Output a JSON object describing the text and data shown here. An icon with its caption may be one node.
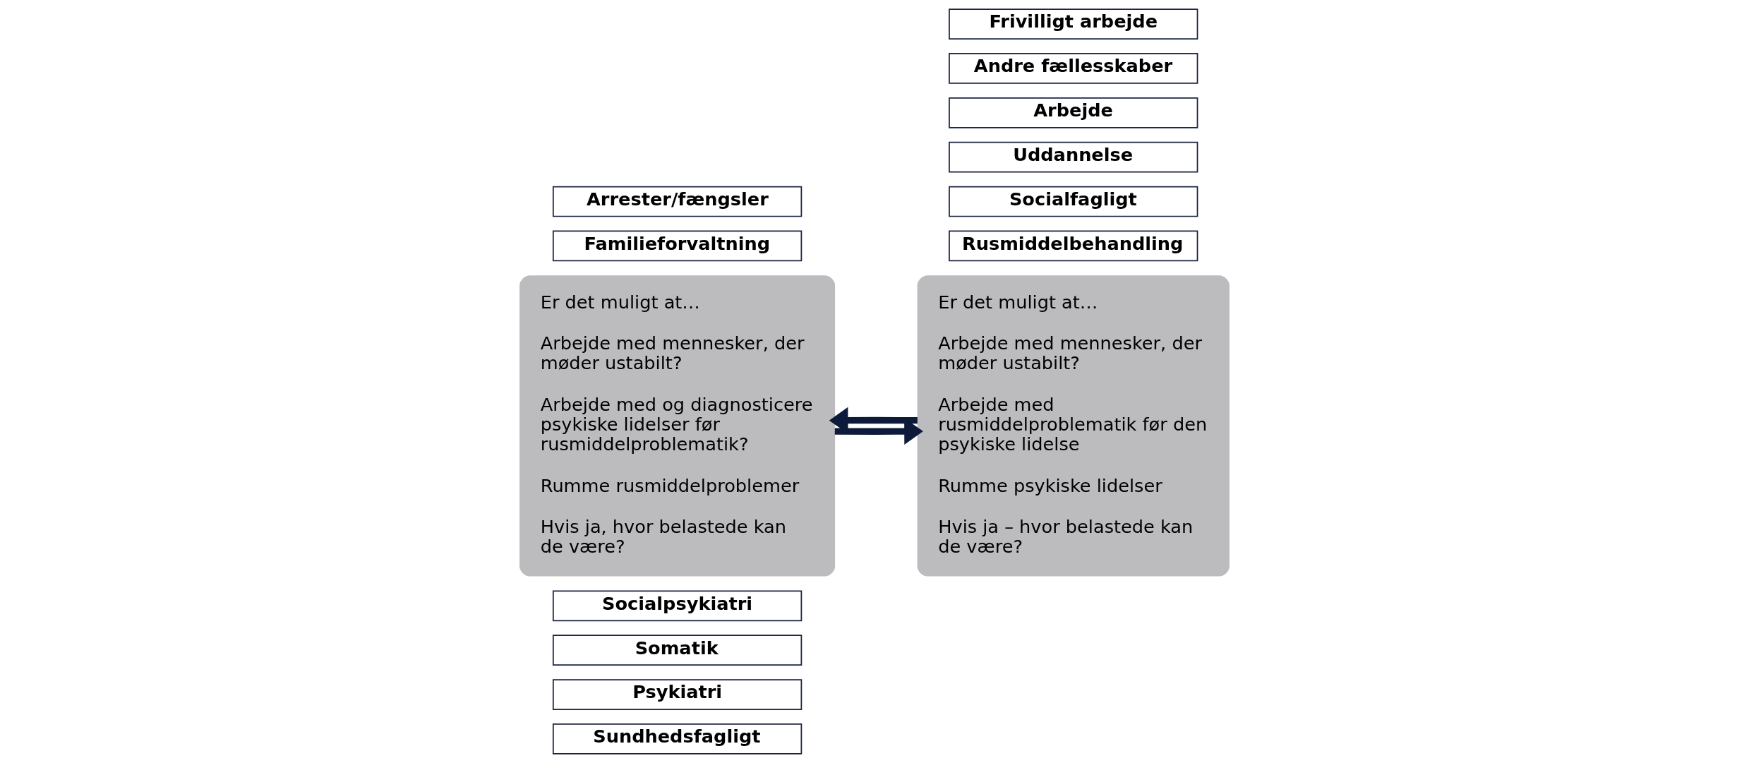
{
  "diagram": {
    "nodes": [
      {
        "text": [
          "Sundhedsfagligt"
        ]
      },
      {
        "text": [
          "Psykiatri"
        ]
      },
      {
        "text": [
          "Somatik"
        ]
      },
      {
        "text": [
          "Socialpsykiatri"
        ]
      },
      {
        "text": [
          "Familieforvaltning"
        ]
      },
      {
        "text": [
          "Arrester/fængsler"
        ]
      },
      {
        "text": [
          "Er det muligt at…",
          "Arbejde med mennesker, der møder ustabilt?",
          "Arbejde med og diagnosticere psykiske lidelser før rusmiddelproblematik?",
          "Rumme rusmiddelproblemer",
          "Hvis ja, hvor belastede kan de være?"
        ]
      },
      {
        "text": [
          "Er det muligt at…",
          "Arbejde med mennesker, der møder ustabilt?",
          "Arbejde med rusmiddelproblematik før den psykiske lidelse",
          "Rumme psykiske lidelser",
          "Hvis ja – hvor belastede kan de være?"
        ]
      },
      {
        "text": [
          "Rusmiddelbehandling"
        ]
      },
      {
        "text": [
          "Socialfagligt"
        ]
      },
      {
        "text": [
          "Uddannelse"
        ]
      },
      {
        "text": [
          "Arbejde"
        ]
      },
      {
        "text": [
          "Andre fællesskaber"
        ]
      },
      {
        "text": [
          "Frivilligt arbejde"
        ]
      }
    ],
    "edges": [
      {
        "from": 6,
        "to": 7,
        "arrow": "to"
      },
      {
        "from": 7,
        "to": 6,
        "arrow": "to"
      }
    ]
  }
}
